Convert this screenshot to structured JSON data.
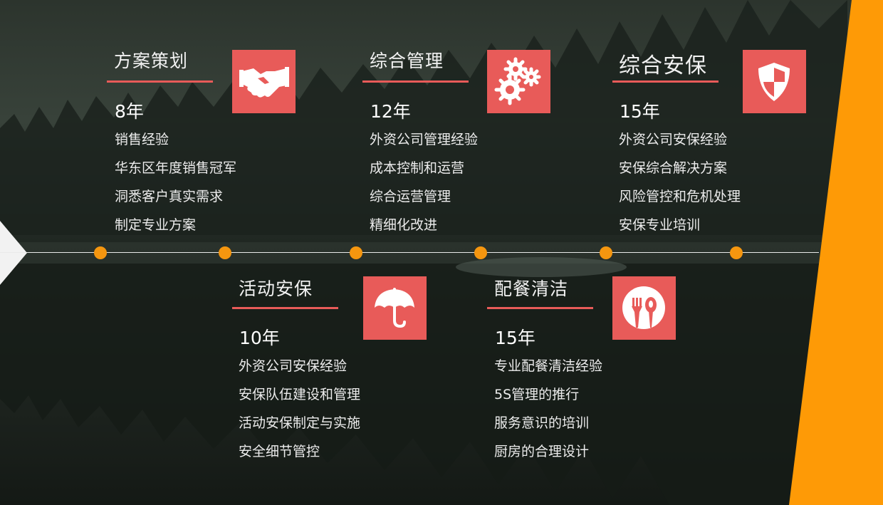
{
  "colors": {
    "accent_red": "#e85b59",
    "accent_orange": "#f5960f",
    "wedge_orange": "#fe9a06",
    "background": "#1f2620"
  },
  "sections": [
    {
      "title": "方案策划",
      "years": "8年",
      "icon": "handshake-icon",
      "items": [
        "销售经验",
        "华东区年度销售冠军",
        "洞悉客户真实需求",
        "制定专业方案"
      ]
    },
    {
      "title": "综合管理",
      "years": "12年",
      "icon": "gears-icon",
      "items": [
        "外资公司管理经验",
        "成本控制和运营",
        "综合运营管理",
        "精细化改进"
      ]
    },
    {
      "title": "综合安保",
      "years": "15年",
      "icon": "shield-icon",
      "items": [
        "外资公司安保经验",
        "安保综合解决方案",
        "风险管控和危机处理",
        "安保专业培训"
      ]
    },
    {
      "title": "活动安保",
      "years": "10年",
      "icon": "umbrella-icon",
      "items": [
        "外资公司安保经验",
        "安保队伍建设和管理",
        "活动安保制定与实施",
        "安全细节管控"
      ]
    },
    {
      "title": "配餐清洁",
      "years": "15年",
      "icon": "dining-icon",
      "items": [
        "专业配餐清洁经验",
        "5S管理的推行",
        "服务意识的培训",
        "厨房的合理设计"
      ]
    }
  ]
}
